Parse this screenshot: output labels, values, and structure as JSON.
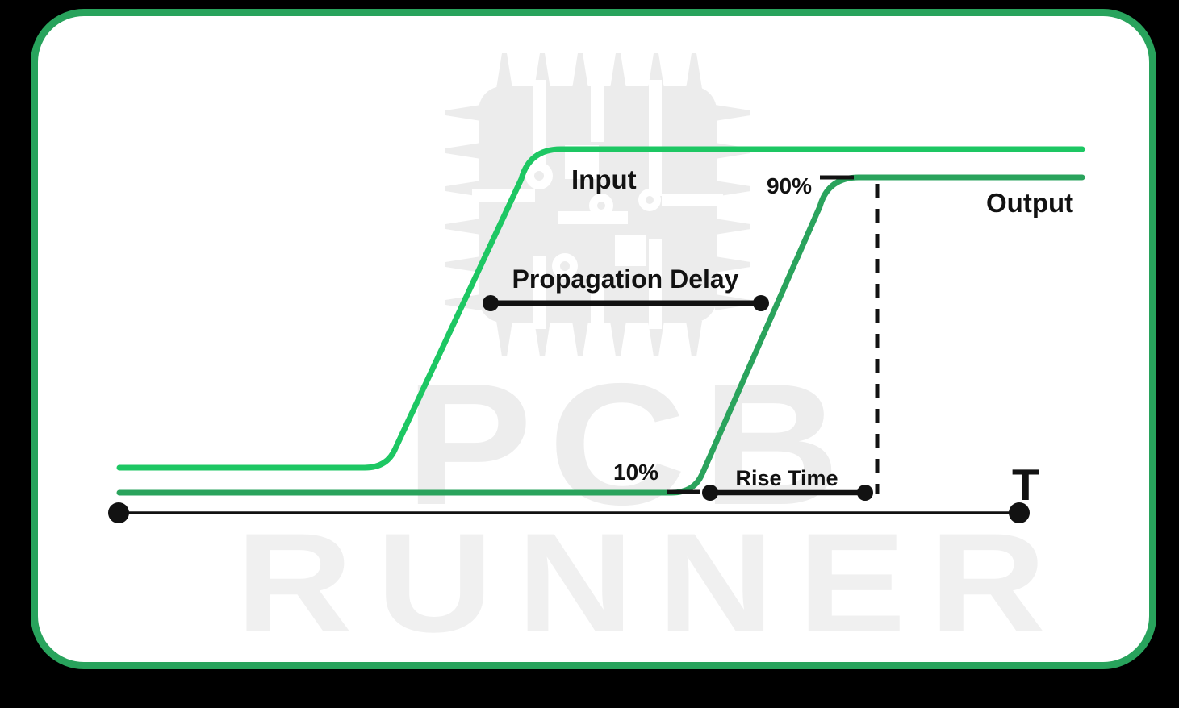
{
  "labels": {
    "input": "Input",
    "output": "Output",
    "propagation_delay": "Propagation Delay",
    "rise_time": "Rise Time",
    "level_high": "90%",
    "level_low": "10%",
    "time_axis": "T"
  },
  "watermark": {
    "brand_top": "PCB",
    "brand_bottom": "RUNNER",
    "icon": "chip-icon"
  },
  "colors": {
    "background": "#000000",
    "card_fill": "#ffffff",
    "card_border": "#28a35c",
    "input_signal": "#1dc763",
    "output_signal": "#2aa35c",
    "annotation": "#121212",
    "watermark": "#ececec"
  },
  "diagram": {
    "type": "signal-timing",
    "signals": [
      {
        "name": "Input",
        "color": "#1dc763",
        "transition": "low-to-high",
        "order": "rises first"
      },
      {
        "name": "Output",
        "color": "#2aa35c",
        "transition": "low-to-high",
        "order": "rises after input"
      }
    ],
    "annotations": [
      {
        "label": "Propagation Delay",
        "style": "horizontal bar with end dots",
        "spans": "from input rising edge to output rising edge"
      },
      {
        "label": "Rise Time",
        "style": "horizontal bar with end dots",
        "spans": "from output 10% point to output 90% point"
      },
      {
        "label": "90%",
        "style": "tick mark at output high threshold"
      },
      {
        "label": "10%",
        "style": "tick mark at output low threshold"
      },
      {
        "label": "T",
        "style": "time axis end label",
        "axis": "horizontal time axis with round endpoints"
      },
      {
        "label": "",
        "style": "vertical dashed reference line at output settling point"
      }
    ]
  }
}
